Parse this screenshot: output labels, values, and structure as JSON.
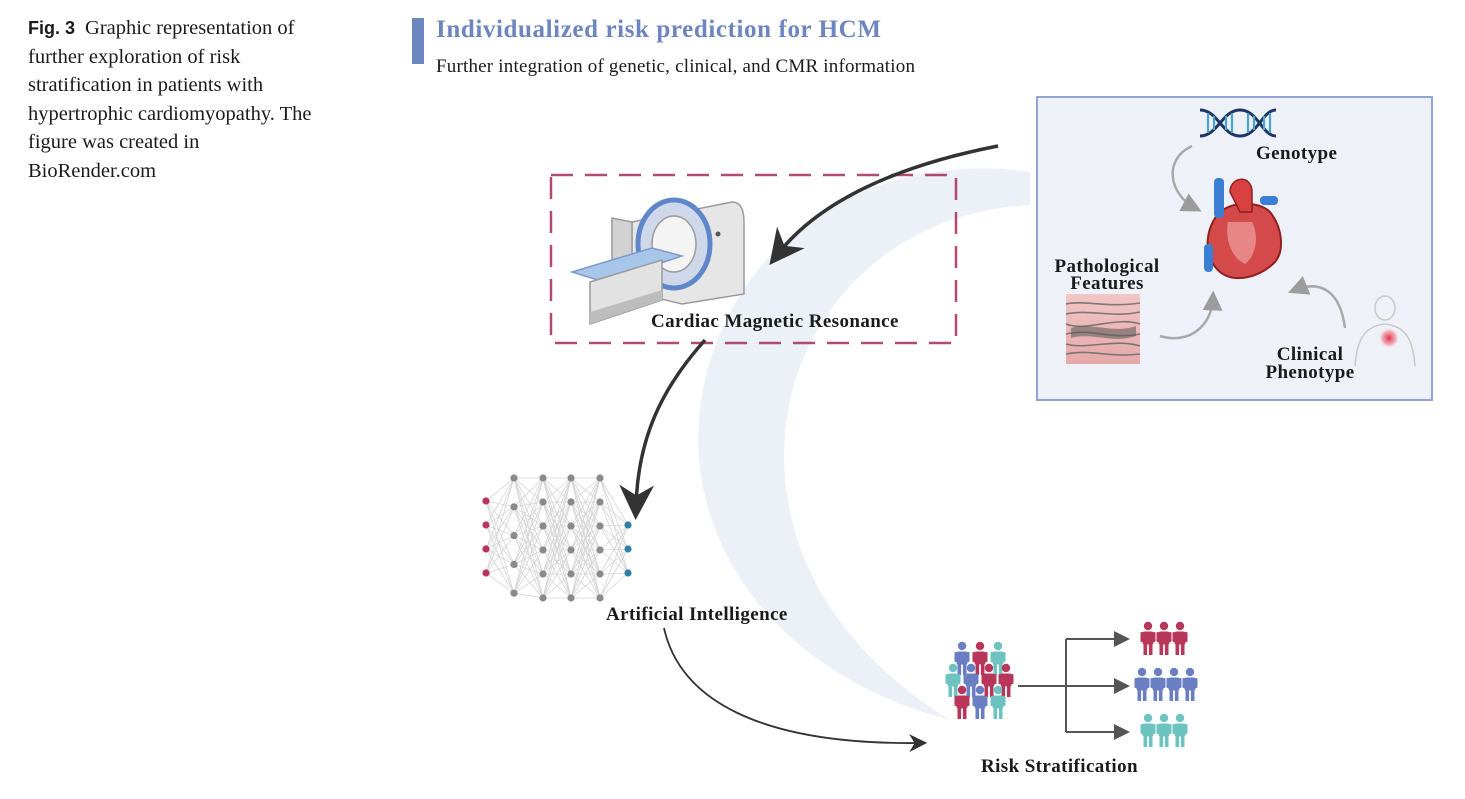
{
  "caption": {
    "fig_label": "Fig. 3",
    "text": "Graphic representation of further exploration of risk stratification in patients with hypertrophic cardiomyopathy. The figure was created in BioRender.com"
  },
  "figure": {
    "title": "Individualized risk prediction for HCM",
    "subtitle": "Further integration of genetic, clinical, and CMR information",
    "genotype_label": "Genotype",
    "pathological_label_line1": "Pathological",
    "pathological_label_line2": "Features",
    "clinical_label_line1": "Clinical",
    "clinical_label_line2": "Phenotype",
    "cmr_label": "Cardiac Magnetic Resonance",
    "ai_label": "Artificial Intelligence",
    "risk_label": "Risk Stratification"
  },
  "colors": {
    "accent_blue": "#6d86bf",
    "dashed_box": "#b04a72",
    "panel_fill": "#eef2f8",
    "panel_border": "#8fa6d4",
    "crimson": "#b8365a",
    "periwinkle": "#6a7ec4",
    "teal": "#6cc3c0",
    "node_gray": "#8a8a8a",
    "node_blue": "#2f7fa8"
  },
  "icons": [
    "dna-icon",
    "heart-icon",
    "mri-scanner-icon",
    "tissue-icon",
    "patient-icon",
    "neural-network-icon",
    "crowd-icon",
    "person-icon"
  ]
}
